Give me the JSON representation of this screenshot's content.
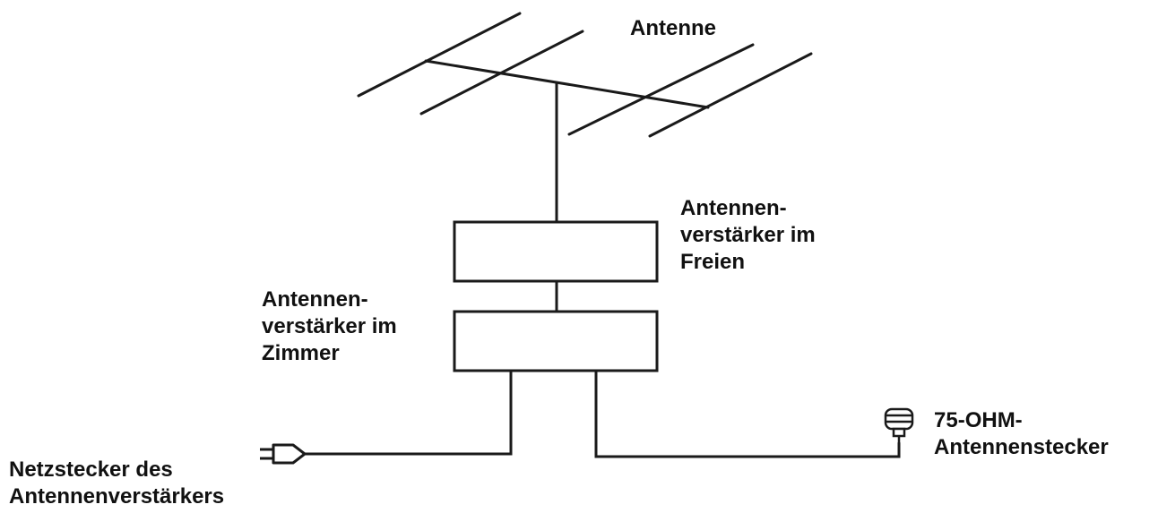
{
  "labels": {
    "antenna": "Antenne",
    "outdoor_amplifier": [
      "Antennen-",
      "verstärker im",
      "Freien"
    ],
    "indoor_amplifier": [
      "Antennen-",
      "verstärker im",
      "Zimmer"
    ],
    "antenna_connector": [
      "75-OHM-",
      "Antennenstecker"
    ],
    "power_plug": [
      "Netzstecker des",
      "Antennenverstärkers"
    ]
  },
  "colors": {
    "line": "#1a1a1a",
    "text": "#111111",
    "background": "#ffffff"
  },
  "icons": {
    "power_plug": "power-plug-icon",
    "coax_connector": "coax-connector-icon"
  }
}
